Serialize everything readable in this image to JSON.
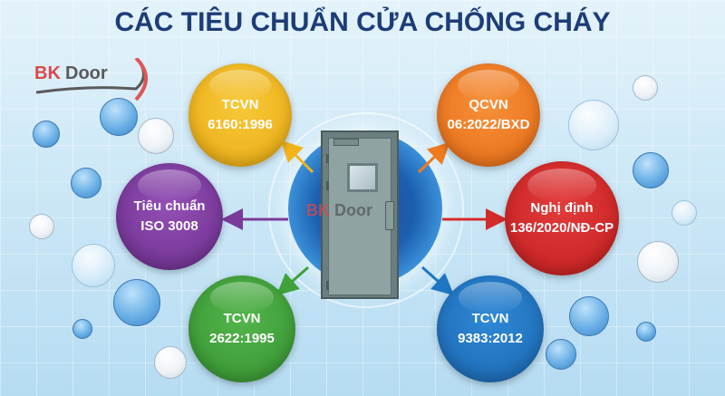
{
  "title": "CÁC TIÊU CHUẨN CỬA CHỐNG CHÁY",
  "logo": {
    "part1": "BK",
    "part2": "Door"
  },
  "watermark": {
    "part1": "BK",
    "part2": "Door"
  },
  "center": {
    "icon": "fire-door-icon"
  },
  "standards": [
    {
      "id": "tcvn-6160",
      "line1": "TCVN",
      "line2": "6160:1996",
      "color": "#f1b41a",
      "position": "top-left"
    },
    {
      "id": "qcvn-06",
      "line1": "QCVN",
      "line2": "06:2022/BXD",
      "color": "#f07a1e",
      "position": "top-right"
    },
    {
      "id": "iso-3008",
      "line1": "Tiêu chuẩn",
      "line2": "ISO 3008",
      "color": "#7a3a9a",
      "position": "middle-left"
    },
    {
      "id": "nd-136",
      "line1": "Nghị định",
      "line2": "136/2020/NĐ-CP",
      "color": "#d42a2a",
      "position": "middle-right"
    },
    {
      "id": "tcvn-2622",
      "line1": "TCVN",
      "line2": "2622:1995",
      "color": "#3fa23a",
      "position": "bottom-left"
    },
    {
      "id": "tcvn-9383",
      "line1": "TCVN",
      "line2": "9383:2012",
      "color": "#1f76c2",
      "position": "bottom-right"
    }
  ]
}
